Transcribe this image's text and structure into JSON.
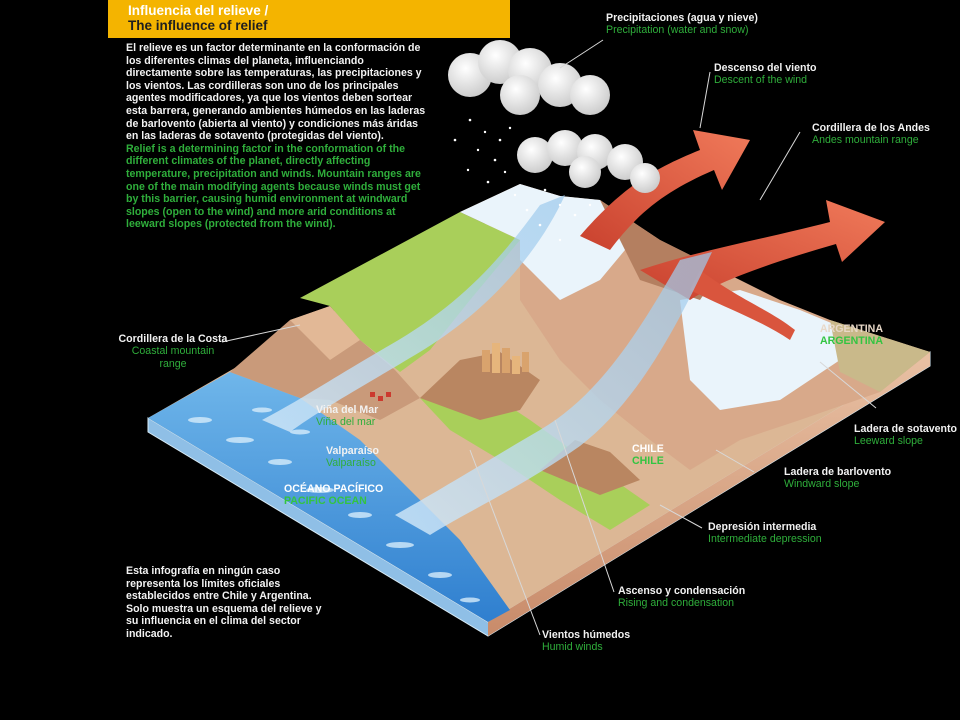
{
  "header": {
    "title_es": "Influencia del relieve /",
    "title_en": "The influence of relief"
  },
  "intro": {
    "es": "El relieve es un factor determinante en la conformación de los diferentes climas del planeta, influenciando directamente sobre las temperaturas, las precipitaciones y los vientos. Las cordilleras son uno de los principales agentes modificadores, ya que los vientos deben sortear esta barrera, generando ambientes húmedos en las laderas de barlovento (abierta al viento) y condiciones más áridas en las laderas de sotavento (protegidas del viento).",
    "en": "Relief is a determining factor in the conformation of the different climates of the planet, directly affecting temperature, precipitation and winds. Mountain ranges are one of the main modifying agents because winds must get by this barrier, causing humid environment at windward slopes (open to the wind) and more arid conditions at leeward slopes (protected from the wind)."
  },
  "disclaimer": "Esta infografía en ningún caso representa los límites oficiales establecidos entre Chile y Argentina. Solo muestra un esquema del relieve y su influencia en el clima del sector indicado.",
  "labels": {
    "precipitation": {
      "es": "Precipitaciones (agua y nieve)",
      "en": "Precipitation (water and snow)"
    },
    "descent": {
      "es": "Descenso del viento",
      "en": "Descent of the wind"
    },
    "andes": {
      "es": "Cordillera de los Andes",
      "en": "Andes mountain range"
    },
    "argentina": {
      "es": "ARGENTINA",
      "en": "ARGENTINA"
    },
    "leeward": {
      "es": "Ladera de sotavento",
      "en": "Leeward slope"
    },
    "windward": {
      "es": "Ladera de barlovento",
      "en": "Windward slope"
    },
    "depression": {
      "es": "Depresión intermedia",
      "en": "Intermediate depression"
    },
    "rising": {
      "es": "Ascenso y condensación",
      "en": "Rising and condensation"
    },
    "humid": {
      "es": "Vientos húmedos",
      "en": "Humid winds"
    },
    "coastal": {
      "es": "Cordillera de la Costa",
      "en": "Coastal mountain",
      "en2": "range"
    },
    "vina": {
      "es": "Viña del Mar",
      "en": "Viña del mar"
    },
    "valparaiso": {
      "es": "Valparaíso",
      "en": "Valparaíso"
    },
    "ocean": {
      "es": "OCÉANO PACÍFICO",
      "en": "PACIFIC OCEAN"
    },
    "chile": {
      "es": "CHILE",
      "en": "CHILE"
    }
  },
  "colors": {
    "title_bar": "#f4b400",
    "english_text": "#2fae3b",
    "ocean": "#3b8fd6",
    "arrow": "#e8543a",
    "wind_band": "#b9d9f2"
  }
}
